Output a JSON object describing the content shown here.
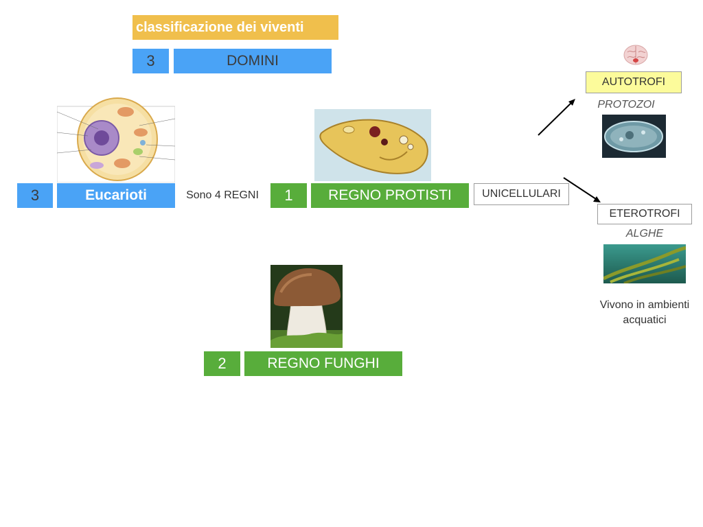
{
  "title": "classificazione dei viventi",
  "domini": {
    "number": "3",
    "label": "DOMINI"
  },
  "eucarioti": {
    "number": "3",
    "label": "Eucarioti"
  },
  "regni_note": "Sono 4 REGNI",
  "protisti": {
    "number": "1",
    "label": "REGNO PROTISTI"
  },
  "unicellulari": "UNICELLULARI",
  "funghi": {
    "number": "2",
    "label": "REGNO FUNGHI"
  },
  "autotrofi": {
    "label": "AUTOTROFI",
    "example": "PROTOZOI"
  },
  "eterotrofi": {
    "label": "ETEROTROFI",
    "example": "ALGHE"
  },
  "habitat_note": {
    "line1": "Vivono in ambienti",
    "line2": "acquatici"
  },
  "colors": {
    "title_bg": "#f0bf4c",
    "blue": "#4aa3f6",
    "green": "#58ad3b",
    "highlight_yellow": "#fcfb9b"
  },
  "icons": [
    "eukaryotic-cell-image",
    "paramecium-image",
    "mushroom-image",
    "protozoa-image",
    "algae-image",
    "brain-icon",
    "arrow-up-right-icon",
    "arrow-down-right-icon"
  ]
}
